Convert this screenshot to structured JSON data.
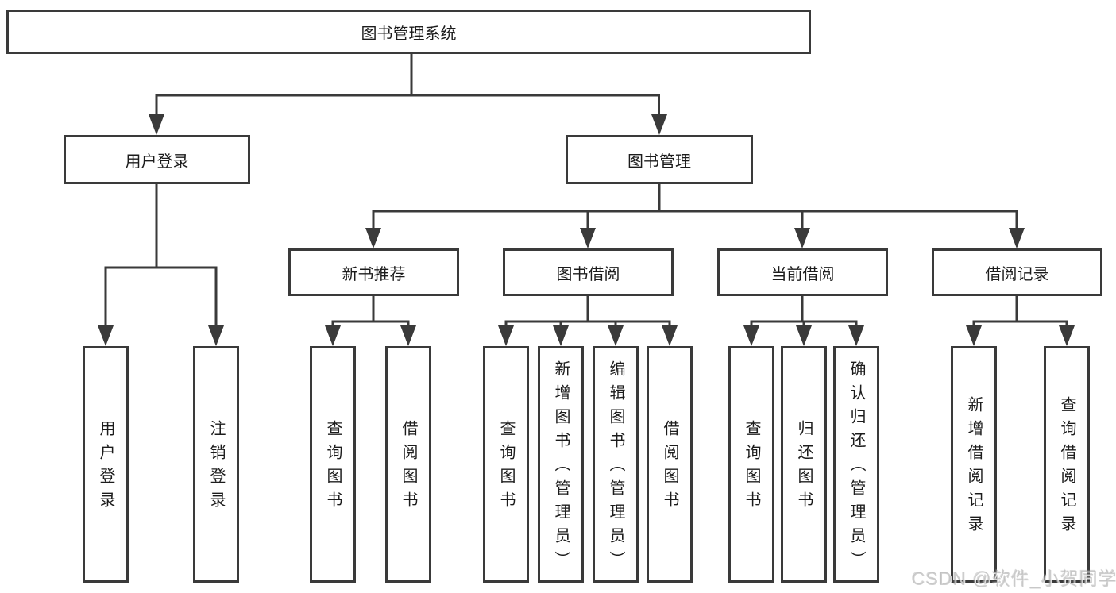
{
  "diagram": {
    "tree": {
      "root": {
        "label": "图书管理系统",
        "children": [
          {
            "label": "用户登录",
            "children": [
              {
                "label": "用户登录"
              },
              {
                "label": "注销登录"
              }
            ]
          },
          {
            "label": "图书管理",
            "children": [
              {
                "label": "新书推荐",
                "children": [
                  {
                    "label": "查询图书"
                  },
                  {
                    "label": "借阅图书"
                  }
                ]
              },
              {
                "label": "图书借阅",
                "children": [
                  {
                    "label": "查询图书"
                  },
                  {
                    "label": "新增图书（管理员）"
                  },
                  {
                    "label": "编辑图书（管理员）"
                  },
                  {
                    "label": "借阅图书"
                  }
                ]
              },
              {
                "label": "当前借阅",
                "children": [
                  {
                    "label": "查询图书"
                  },
                  {
                    "label": "归还图书"
                  },
                  {
                    "label": "确认归还（管理员）"
                  }
                ]
              },
              {
                "label": "借阅记录",
                "children": [
                  {
                    "label": "新增借阅记录"
                  },
                  {
                    "label": "查询借阅记录"
                  }
                ]
              }
            ]
          }
        ]
      }
    },
    "colors": {
      "line": "#3a3a3a",
      "box_border": "#3a3a3a",
      "box_fill": "#ffffff",
      "text": "#1c1c1c",
      "background": "#ffffff"
    }
  },
  "watermark": {
    "text": "CSDN @软件_小贺同学"
  }
}
